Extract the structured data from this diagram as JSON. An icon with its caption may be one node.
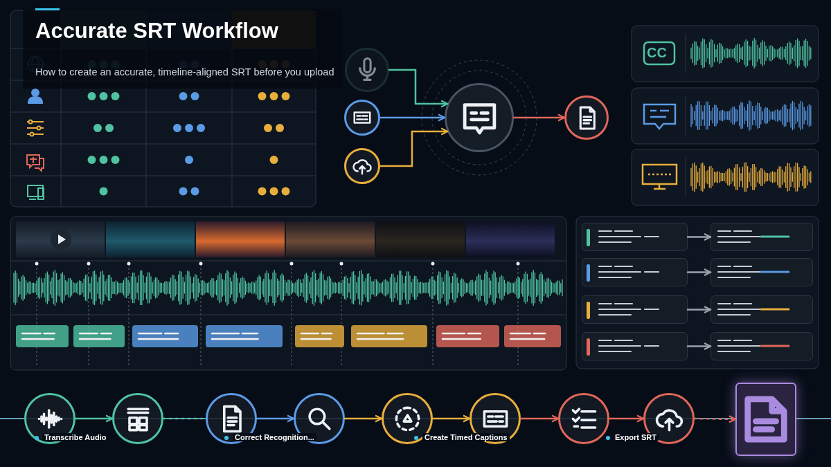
{
  "diagram": {
    "title": "Accurate SRT Workflow",
    "nodes": [
      {
        "text": [],
        "shape": "circle"
      },
      {
        "text": [],
        "shape": "circle"
      },
      {
        "text": [],
        "shape": "circle"
      },
      {
        "text": [],
        "shape": "circle"
      },
      {
        "text": [],
        "shape": "circle"
      },
      {
        "text": [],
        "shape": "circle"
      },
      {
        "text": [],
        "shape": "circle"
      },
      {
        "text": [],
        "shape": "circle"
      },
      {
        "text": [],
        "shape": "circle"
      },
      {
        "text": [],
        "shape": "circle"
      },
      {
        "text": [],
        "shape": "circle"
      },
      {
        "text": [],
        "shape": "circle"
      },
      {
        "text": [],
        "shape": "circle"
      },
      {
        "text": [],
        "shape": "box"
      },
      {
        "text": [],
        "shape": "box"
      },
      {
        "text": [],
        "shape": "box"
      },
      {
        "text": [],
        "shape": "box"
      },
      {
        "text": [],
        "shape": "box"
      },
      {
        "text": [],
        "shape": "box"
      },
      {
        "text": [],
        "shape": "box"
      },
      {
        "text": [],
        "shape": "box"
      },
      {
        "text": [],
        "shape": "box"
      }
    ],
    "edges": [
      {
        "from": 0,
        "to": 3,
        "arrow": "to",
        "color": "#4fc3a1"
      },
      {
        "from": 1,
        "to": 3,
        "arrow": "to",
        "color": "#5b9be6"
      },
      {
        "from": 2,
        "to": 3,
        "arrow": "to",
        "color": "#e8ae3c"
      },
      {
        "from": 3,
        "to": 4,
        "arrow": "to",
        "color": "#e0675a"
      },
      {
        "from": 5,
        "to": 6,
        "arrow": "to",
        "color": "#4fc3a1"
      },
      {
        "from": 6,
        "to": 7,
        "arrow": "none",
        "style": "dashed",
        "color": "#4fc3a1"
      },
      {
        "from": 7,
        "to": 8,
        "arrow": "to",
        "color": "#5b9be6"
      },
      {
        "from": 8,
        "to": 9,
        "arrow": "to",
        "color": "#e8ae3c"
      },
      {
        "from": 9,
        "to": 10,
        "arrow": "to",
        "color": "#e8ae3c"
      },
      {
        "from": 10,
        "to": 11,
        "arrow": "to",
        "color": "#e0675a"
      },
      {
        "from": 11,
        "to": 12,
        "arrow": "to",
        "color": "#e0675a"
      },
      {
        "from": 12,
        "to": 13,
        "arrow": "to",
        "style": "dashed",
        "color": "#e0675a"
      },
      {
        "from": 14,
        "to": 15,
        "arrow": "to",
        "color": "#9aa3ad"
      },
      {
        "from": 16,
        "to": 17,
        "arrow": "to",
        "color": "#9aa3ad"
      },
      {
        "from": 18,
        "to": 19,
        "arrow": "to",
        "color": "#9aa3ad"
      },
      {
        "from": 20,
        "to": 21,
        "arrow": "to",
        "color": "#9aa3ad"
      }
    ],
    "labels": [
      "How to create an accurate, timeline-aligned SRT before you upload",
      "CC",
      "Transcribe Audio",
      "Correct Recognition...",
      "Create Timed Captions",
      "Export SRT"
    ]
  }
}
